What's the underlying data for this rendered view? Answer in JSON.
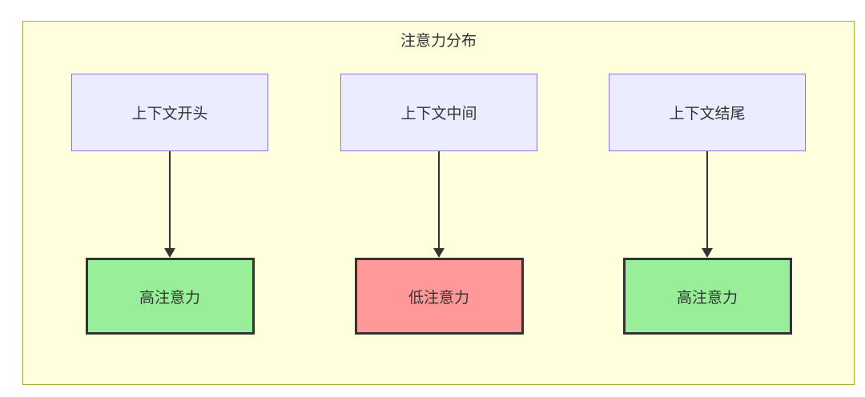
{
  "diagram": {
    "title": "注意力分布",
    "columns": [
      {
        "source": "上下文开头",
        "target": "高注意力",
        "attention_level": "high"
      },
      {
        "source": "上下文中间",
        "target": "低注意力",
        "attention_level": "low"
      },
      {
        "source": "上下文结尾",
        "target": "高注意力",
        "attention_level": "high"
      }
    ],
    "colors": {
      "cluster_fill": "#ffffde",
      "cluster_border": "#aaaa33",
      "source_fill": "#ececff",
      "source_border": "#9370db",
      "high_attention_fill": "#99ee99",
      "low_attention_fill": "#ff9999",
      "result_border": "#333333",
      "edge": "#333333",
      "text": "#333333"
    }
  }
}
